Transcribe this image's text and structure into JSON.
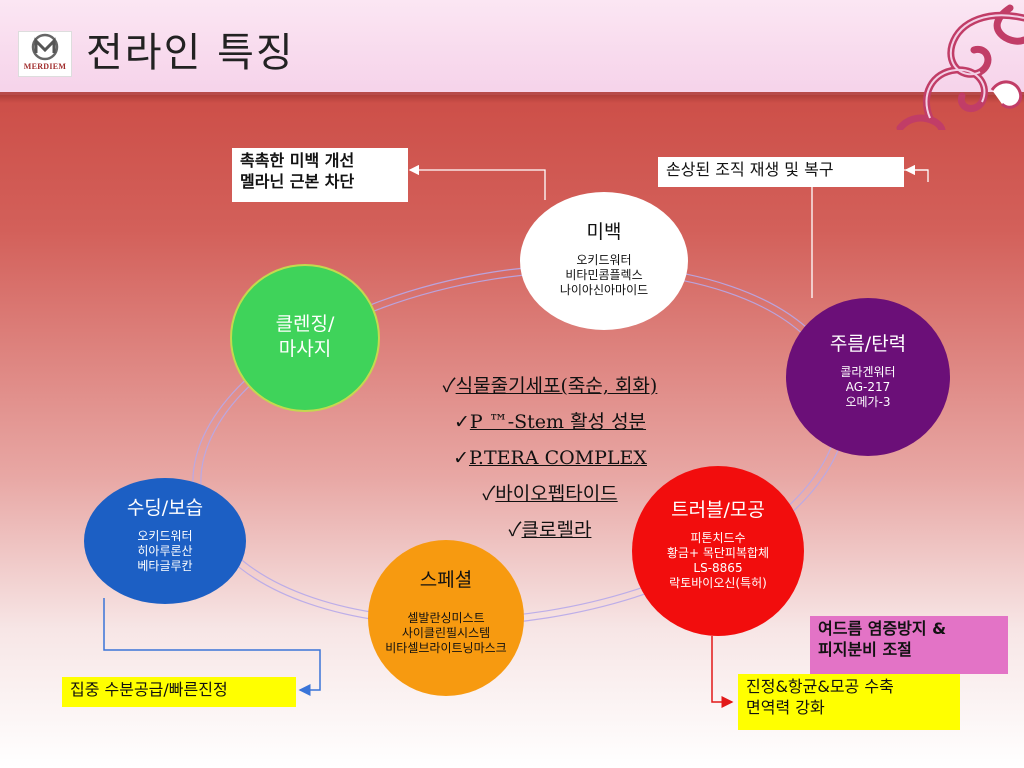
{
  "slide": {
    "title": "전라인 특징",
    "logo_text": "MERDIEM"
  },
  "callouts": {
    "whitening_line1": "촉촉한 미백 개선",
    "whitening_line2": "멜라닌 근본 차단",
    "repair": "손상된 조직 재생 및 복구",
    "acne_line1": "여드름 염증방지 &",
    "acne_line2": "피지분비 조절",
    "calm_line1": "진정&항균&모공 수축",
    "calm_line2": "면역력 강화",
    "moisture": "집중 수분공급/빠른진정"
  },
  "circles": {
    "whitening": {
      "title": "미백",
      "items": [
        "오키드워터",
        "비타민콤플렉스",
        "나이아신아마이드"
      ]
    },
    "cleansing": {
      "title_line1": "클렌징/",
      "title_line2": "마사지"
    },
    "wrinkle": {
      "title": "주름/탄력",
      "items": [
        "콜라겐워터",
        "AG-217",
        "오메가-3"
      ]
    },
    "trouble": {
      "title": "트러블/모공",
      "items": [
        "피톤치드수",
        "황금+ 목단피복합체",
        "LS-8865",
        "락토바이오신(특허)"
      ]
    },
    "moisture": {
      "title": "수딩/보습",
      "items": [
        "오키드워터",
        "히아루론산",
        "베타글루칸"
      ]
    },
    "special": {
      "title": "스페셜",
      "items": [
        "셀발란싱미스트",
        "사이클린필시스템",
        "비타셀브라이트닝마스크"
      ]
    }
  },
  "features": [
    "식물줄기세포(죽순, 회화)",
    "P ™-Stem 활성 성분",
    "P.TERA COMPLEX",
    "바이오펩타이드",
    "클로렐라"
  ],
  "colors": {
    "cleansing": "#3fd35a",
    "wrinkle": "#6b0f78",
    "trouble": "#f20d0d",
    "moisture": "#1c5fc4",
    "special": "#f79a10",
    "acne_box": "#e373c6",
    "yellow_box": "#ffff00"
  }
}
